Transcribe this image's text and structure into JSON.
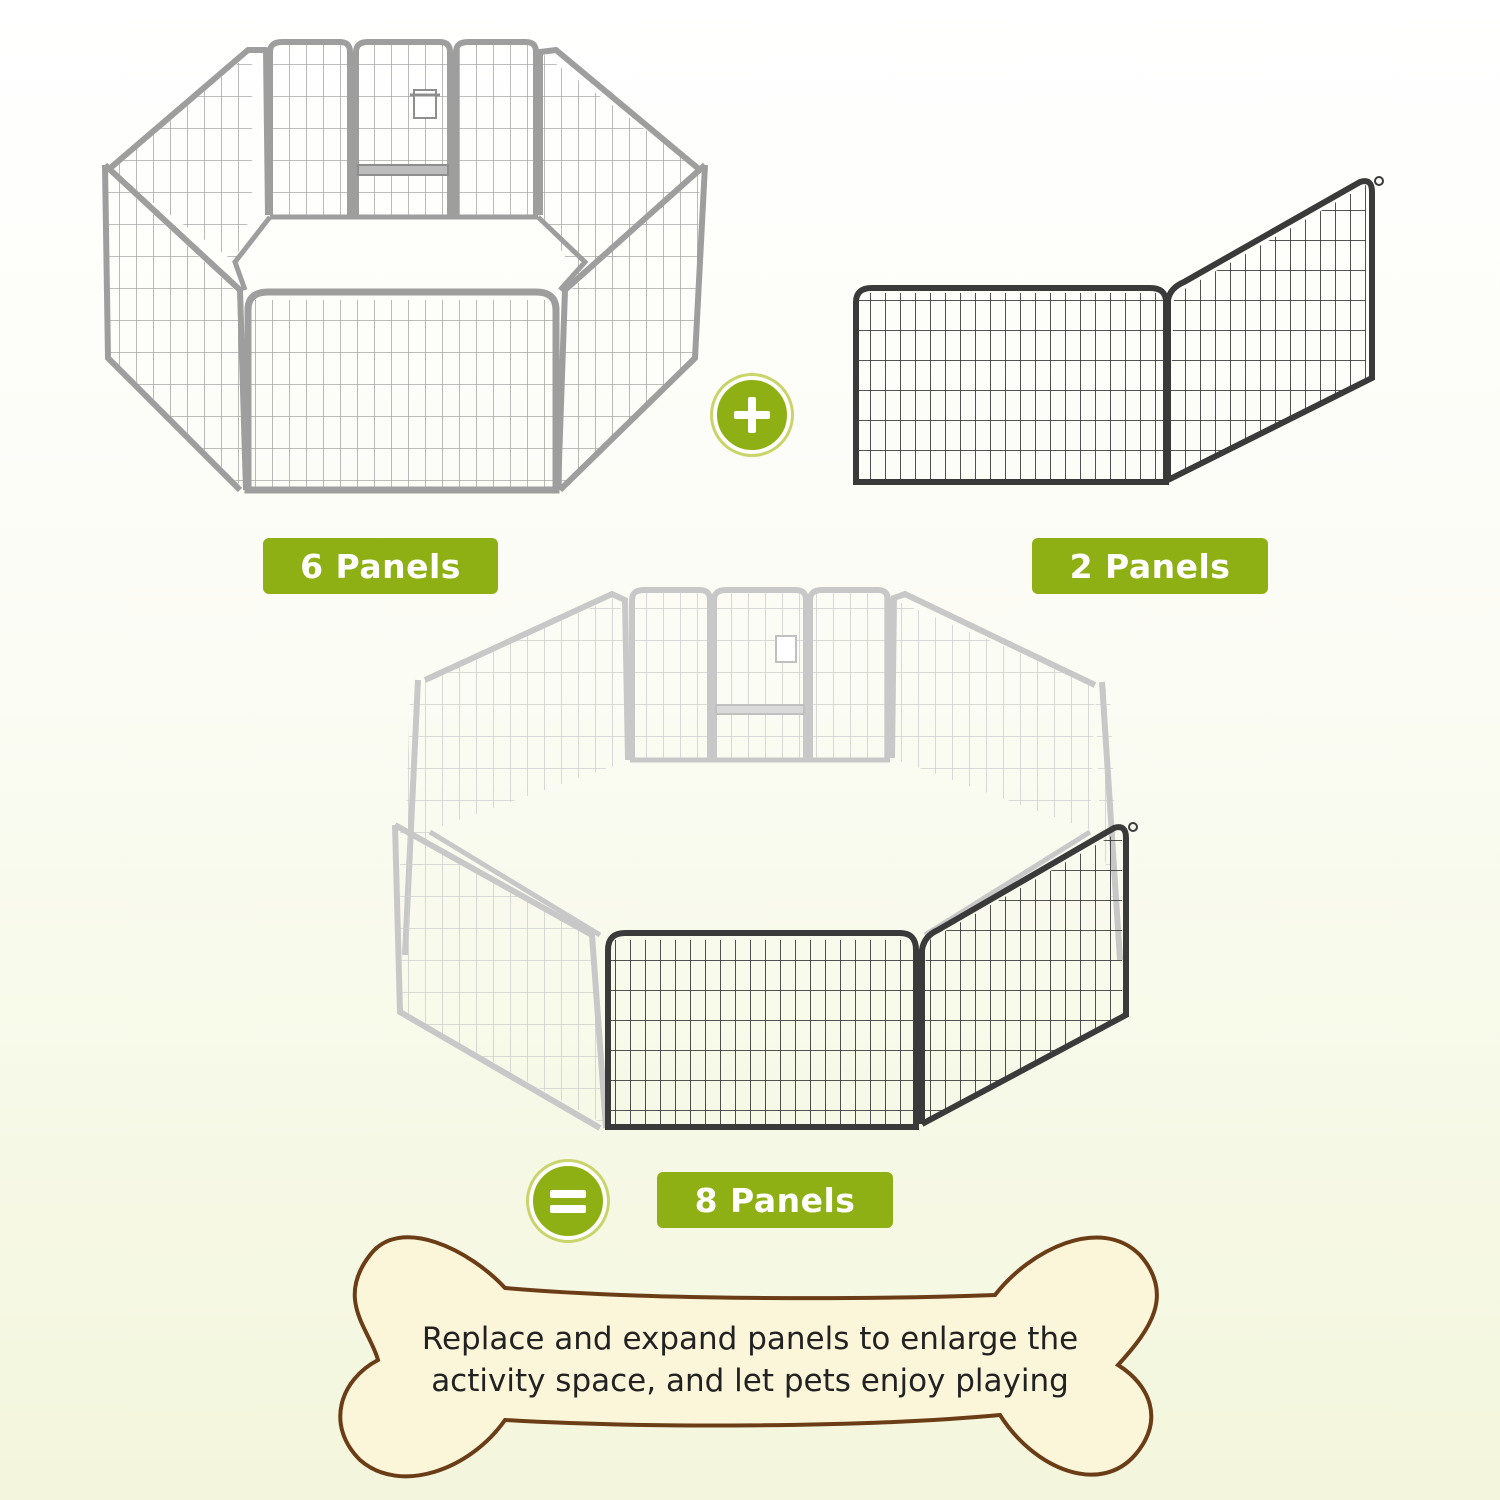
{
  "colors": {
    "accent": "#8fb014",
    "grey_frame": "#9e9e9e",
    "grey_frame_light": "#c8c8c8",
    "black_frame": "#3a3a3a",
    "bone_outline": "#6b3d16",
    "bone_fill": "#fbf6d9"
  },
  "labels": {
    "six": "6 Panels",
    "two": "2 Panels",
    "eight": "8 Panels"
  },
  "icons": {
    "plus": "plus-icon",
    "equals": "equals-icon"
  },
  "caption": {
    "line1": "Replace and expand panels to enlarge the",
    "line2": "activity space, and let pets enjoy playing"
  }
}
